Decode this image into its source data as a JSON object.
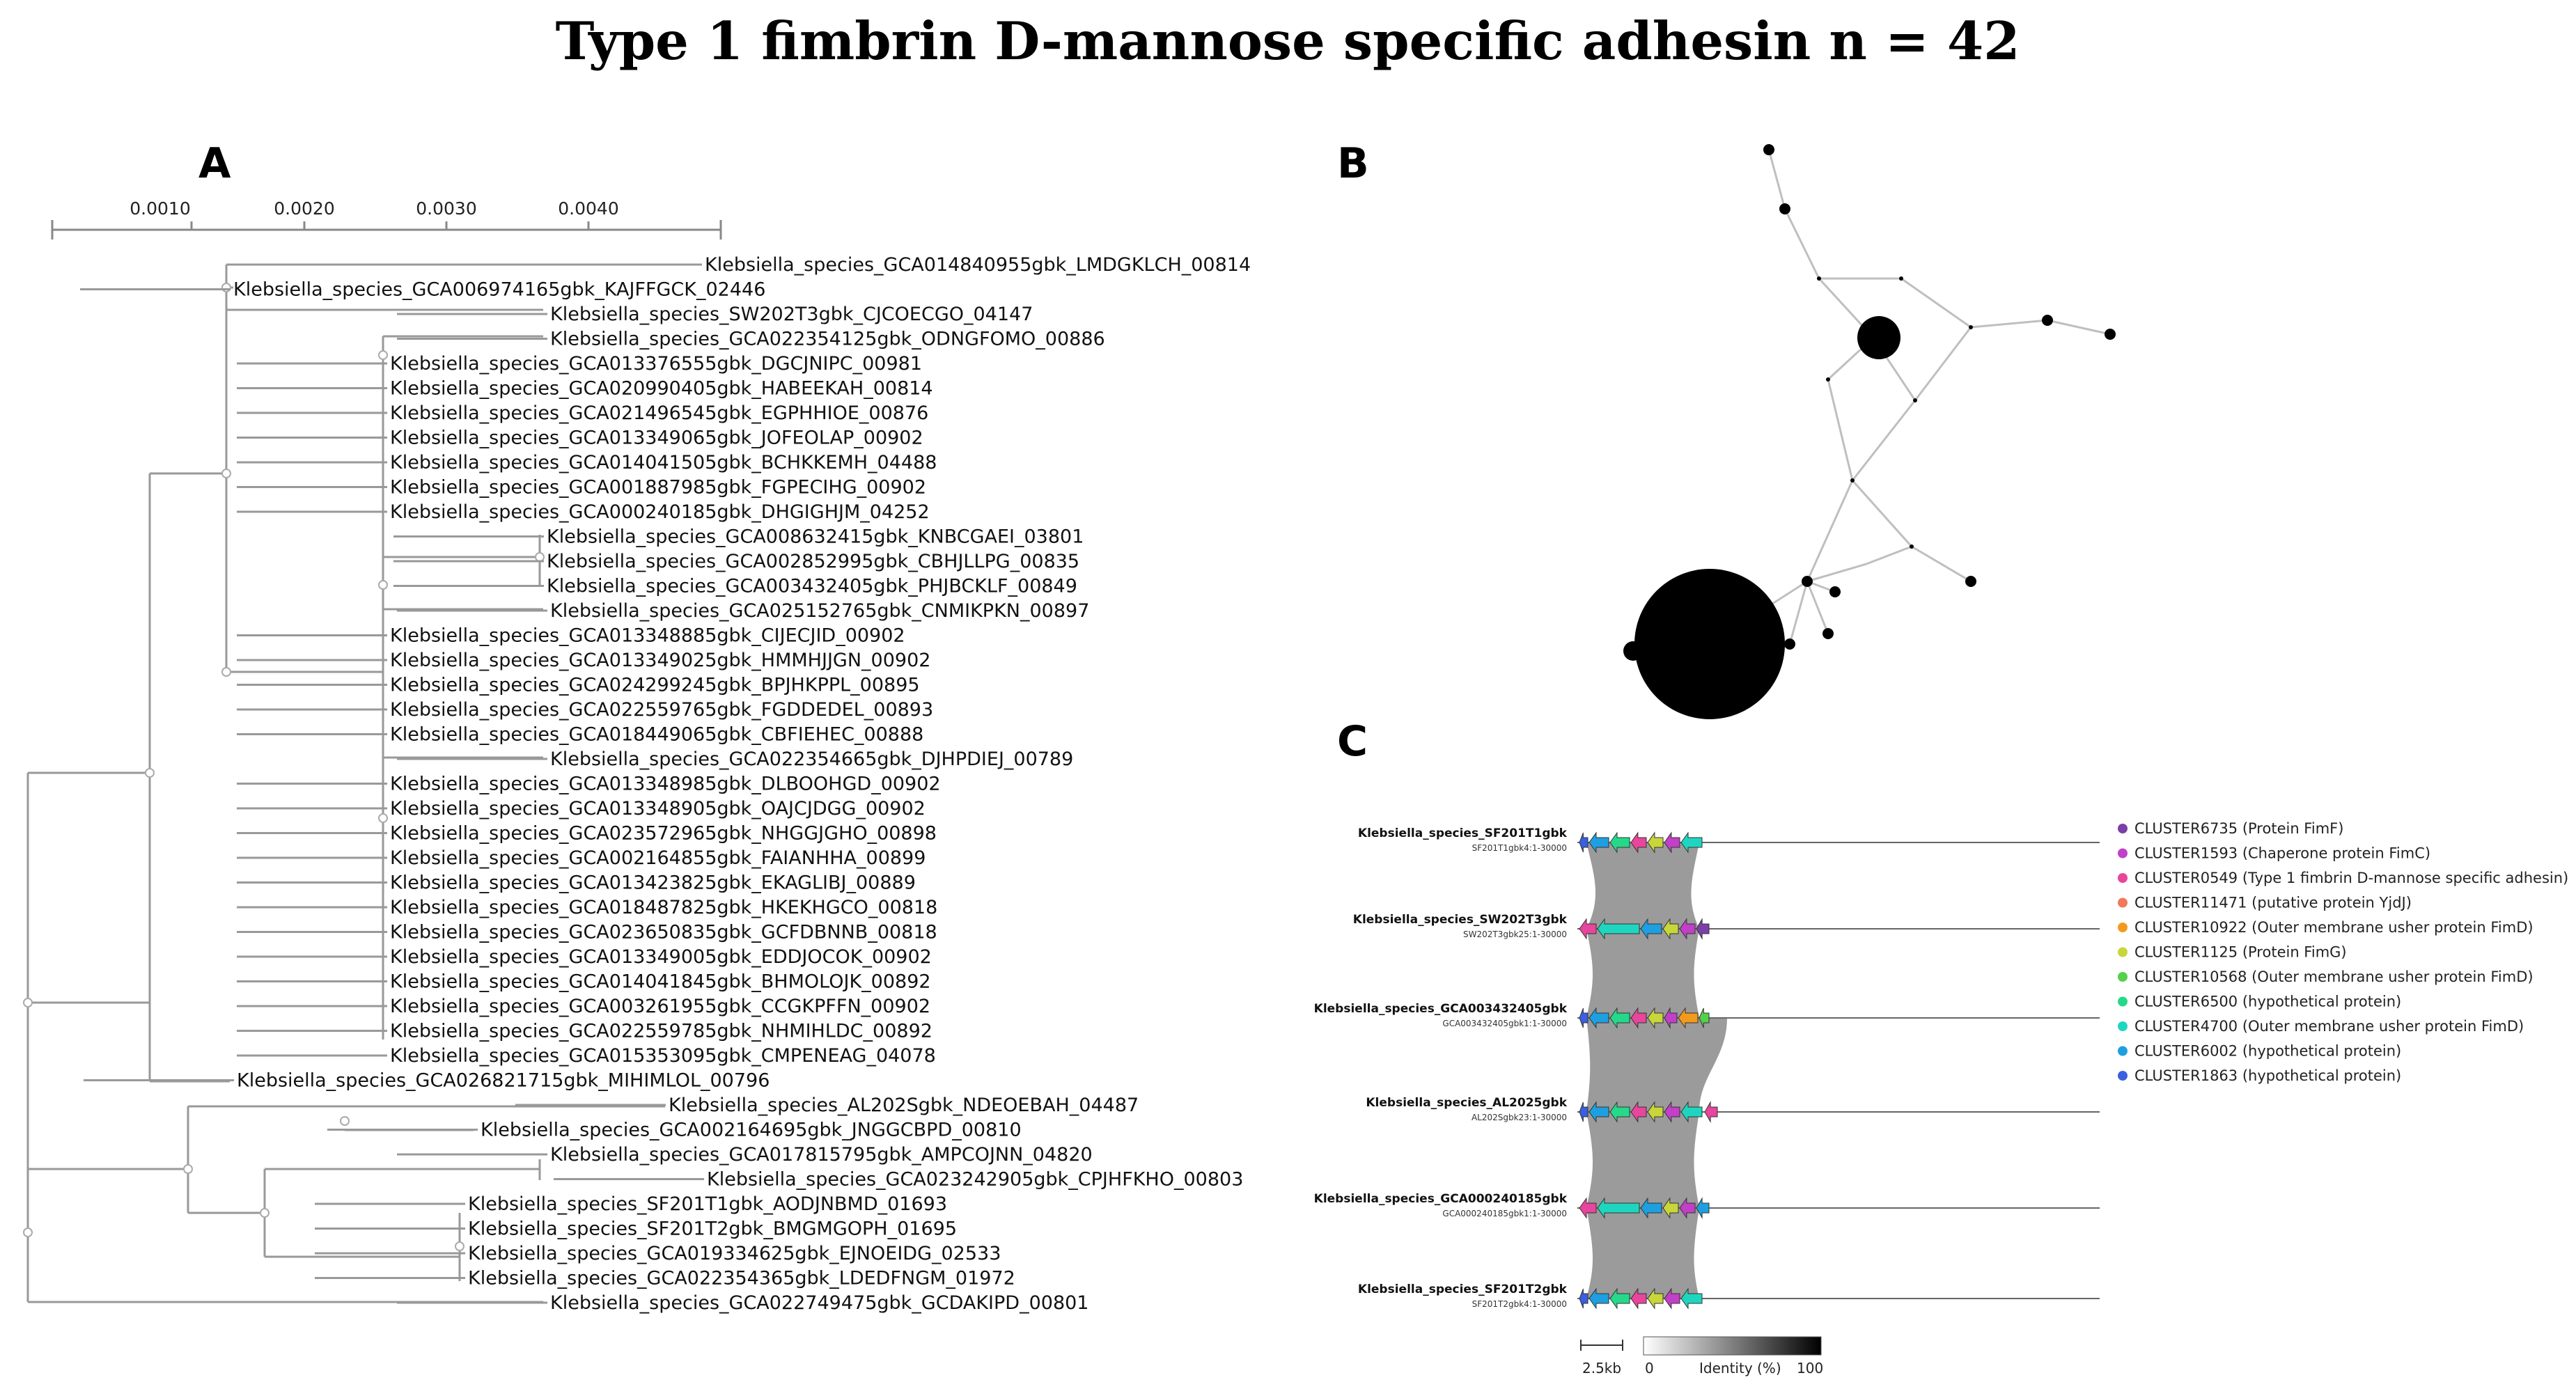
{
  "title": "Type 1 fimbrin D-mannose specific adhesin n = 42",
  "panels": {
    "tree": {
      "letter": "A",
      "axis_ticks": [
        "0.0010",
        "0.0020",
        "0.0030",
        "0.0040"
      ],
      "leaves": [
        "Klebsiella_species_GCA014840955gbk_LMDGKLCH_00814",
        "Klebsiella_species_GCA006974165gbk_KAJFFGCK_02446",
        "Klebsiella_species_SW202T3gbk_CJCOECGO_04147",
        "Klebsiella_species_GCA022354125gbk_ODNGFOMO_00886",
        "Klebsiella_species_GCA013376555gbk_DGCJNIPC_00981",
        "Klebsiella_species_GCA020990405gbk_HABEEKAH_00814",
        "Klebsiella_species_GCA021496545gbk_EGPHHIOE_00876",
        "Klebsiella_species_GCA013349065gbk_JOFEOLAP_00902",
        "Klebsiella_species_GCA014041505gbk_BCHKKEMH_04488",
        "Klebsiella_species_GCA001887985gbk_FGPECIHG_00902",
        "Klebsiella_species_GCA000240185gbk_DHGIGHJM_04252",
        "Klebsiella_species_GCA008632415gbk_KNBCGAEI_03801",
        "Klebsiella_species_GCA002852995gbk_CBHJLLPG_00835",
        "Klebsiella_species_GCA003432405gbk_PHJBCKLF_00849",
        "Klebsiella_species_GCA025152765gbk_CNMIKPKN_00897",
        "Klebsiella_species_GCA013348885gbk_CIJECJID_00902",
        "Klebsiella_species_GCA013349025gbk_HMMHJJGN_00902",
        "Klebsiella_species_GCA024299245gbk_BPJHKPPL_00895",
        "Klebsiella_species_GCA022559765gbk_FGDDEDEL_00893",
        "Klebsiella_species_GCA018449065gbk_CBFIEHEC_00888",
        "Klebsiella_species_GCA022354665gbk_DJHPDIEJ_00789",
        "Klebsiella_species_GCA013348985gbk_DLBOOHGD_00902",
        "Klebsiella_species_GCA013348905gbk_OAJCJDGG_00902",
        "Klebsiella_species_GCA023572965gbk_NHGGJGHO_00898",
        "Klebsiella_species_GCA002164855gbk_FAIANHHA_00899",
        "Klebsiella_species_GCA013423825gbk_EKAGLIBJ_00889",
        "Klebsiella_species_GCA018487825gbk_HKEKHGCO_00818",
        "Klebsiella_species_GCA023650835gbk_GCFDBNNB_00818",
        "Klebsiella_species_GCA013349005gbk_EDDJOCOK_00902",
        "Klebsiella_species_GCA014041845gbk_BHMOLOJK_00892",
        "Klebsiella_species_GCA003261955gbk_CCGKPFFN_00902",
        "Klebsiella_species_GCA022559785gbk_NHMIHLDC_00892",
        "Klebsiella_species_GCA015353095gbk_CMPENEAG_04078",
        "Klebsiella_species_GCA026821715gbk_MIHIMLOL_00796",
        "Klebsiella_species_AL202Sgbk_NDEOEBAH_04487",
        "Klebsiella_species_GCA002164695gbk_JNGGCBPD_00810",
        "Klebsiella_species_GCA017815795gbk_AMPCOJNN_04820",
        "Klebsiella_species_GCA023242905gbk_CPJHFKHO_00803",
        "Klebsiella_species_SF201T1gbk_AODJNBMD_01693",
        "Klebsiella_species_SF201T2gbk_BMGMGOPH_01695",
        "Klebsiella_species_GCA019334625gbk_EJNOEIDG_02533",
        "Klebsiella_species_GCA022354365gbk_LDEDFNGM_01972",
        "Klebsiella_species_GCA022749475gbk_GCDAKIPD_00801"
      ]
    },
    "network": {
      "letter": "B"
    },
    "synteny": {
      "letter": "C",
      "genomes": [
        {
          "name": "Klebsiella_species_SF201T1gbk",
          "sub": "SF201T1gbk4:1-30000"
        },
        {
          "name": "Klebsiella_species_SW202T3gbk",
          "sub": "SW202T3gbk25:1-30000"
        },
        {
          "name": "Klebsiella_species_GCA003432405gbk",
          "sub": "GCA003432405gbk1:1-30000"
        },
        {
          "name": "Klebsiella_species_AL2025gbk",
          "sub": "AL202Sgbk23:1-30000"
        },
        {
          "name": "Klebsiella_species_GCA000240185gbk",
          "sub": "GCA000240185gbk1:1-30000"
        },
        {
          "name": "Klebsiella_species_SF201T2gbk",
          "sub": "SF201T2gbk4:1-30000"
        }
      ],
      "legend": [
        {
          "label": "CLUSTER6735 (Protein FimF)",
          "color": "#7b3fa8"
        },
        {
          "label": "CLUSTER1593 (Chaperone protein FimC)",
          "color": "#c23fc8"
        },
        {
          "label": "CLUSTER0549 (Type 1 fimbrin D-mannose specific adhesin)",
          "color": "#e8459c"
        },
        {
          "label": "CLUSTER11471 (putative protein YjdJ)",
          "color": "#f07a5a"
        },
        {
          "label": "CLUSTER10922 (Outer membrane usher protein FimD)",
          "color": "#f39a1c"
        },
        {
          "label": "CLUSTER1125 (Protein FimG)",
          "color": "#c8d63a"
        },
        {
          "label": "CLUSTER10568 (Outer membrane usher protein FimD)",
          "color": "#55d04a"
        },
        {
          "label": "CLUSTER6500 (hypothetical protein)",
          "color": "#25d98a"
        },
        {
          "label": "CLUSTER4700 (Outer membrane usher protein FimD)",
          "color": "#1ed6c0"
        },
        {
          "label": "CLUSTER6002 (hypothetical protein)",
          "color": "#1e9fe0"
        },
        {
          "label": "CLUSTER1863 (hypothetical protein)",
          "color": "#3a5fe0"
        }
      ],
      "scale_label": "2.5kb",
      "identity_label": "Identity (%)",
      "identity_min": "0",
      "identity_max": "100"
    }
  }
}
